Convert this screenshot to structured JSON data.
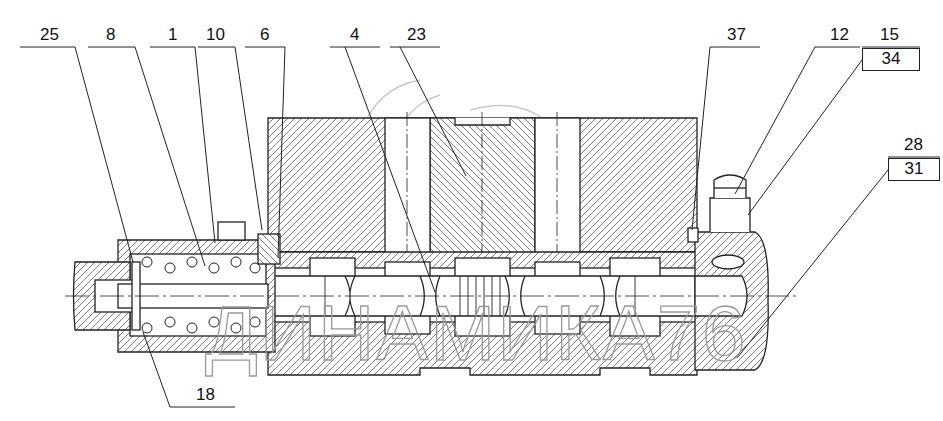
{
  "diagram": {
    "nodes": [
      {
        "text": [
          "34"
        ]
      },
      {
        "text": [
          "31"
        ]
      }
    ],
    "labels": [
      "25",
      "8",
      "1",
      "10",
      "6",
      "4",
      "23",
      "37",
      "12",
      "15",
      "28",
      "18",
      "ДИНАМИКА76"
    ]
  }
}
